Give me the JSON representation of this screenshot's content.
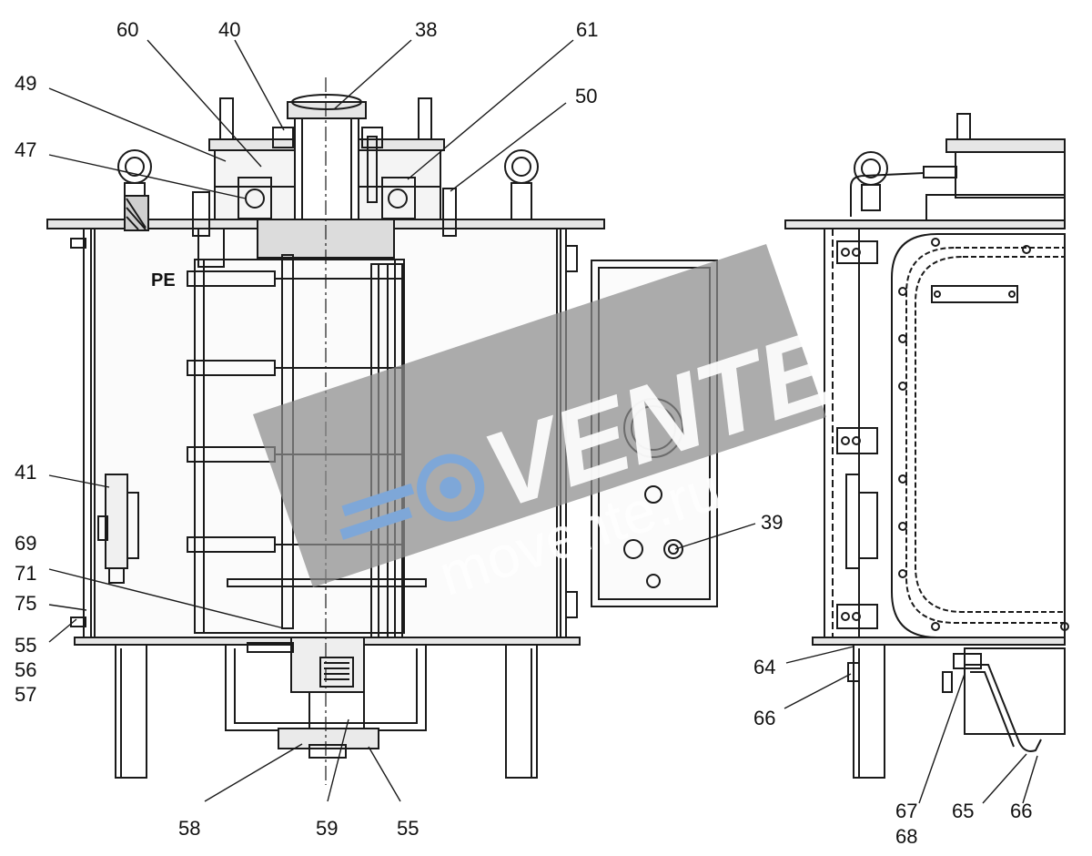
{
  "callouts": {
    "c60": "60",
    "c40": "40",
    "c38": "38",
    "c61": "61",
    "c49": "49",
    "c50": "50",
    "c47": "47",
    "pe": "PE",
    "c41": "41",
    "c69": "69",
    "c71": "71",
    "c75": "75",
    "c55a": "55",
    "c56": "56",
    "c57": "57",
    "c39": "39",
    "c58": "58",
    "c59": "59",
    "c55b": "55",
    "c64": "64",
    "c66a": "66",
    "c67": "67",
    "c68": "68",
    "c65": "65",
    "c66b": "66"
  },
  "watermark": {
    "brand": "VENTE",
    "url": "movente.ru"
  },
  "colors": {
    "line": "#1a1a1a",
    "fill": "#f2f2f2",
    "steel": "#d9d9d9",
    "watermark_band": "#8c8c8c",
    "watermark_logo": "#7ea7d8"
  }
}
